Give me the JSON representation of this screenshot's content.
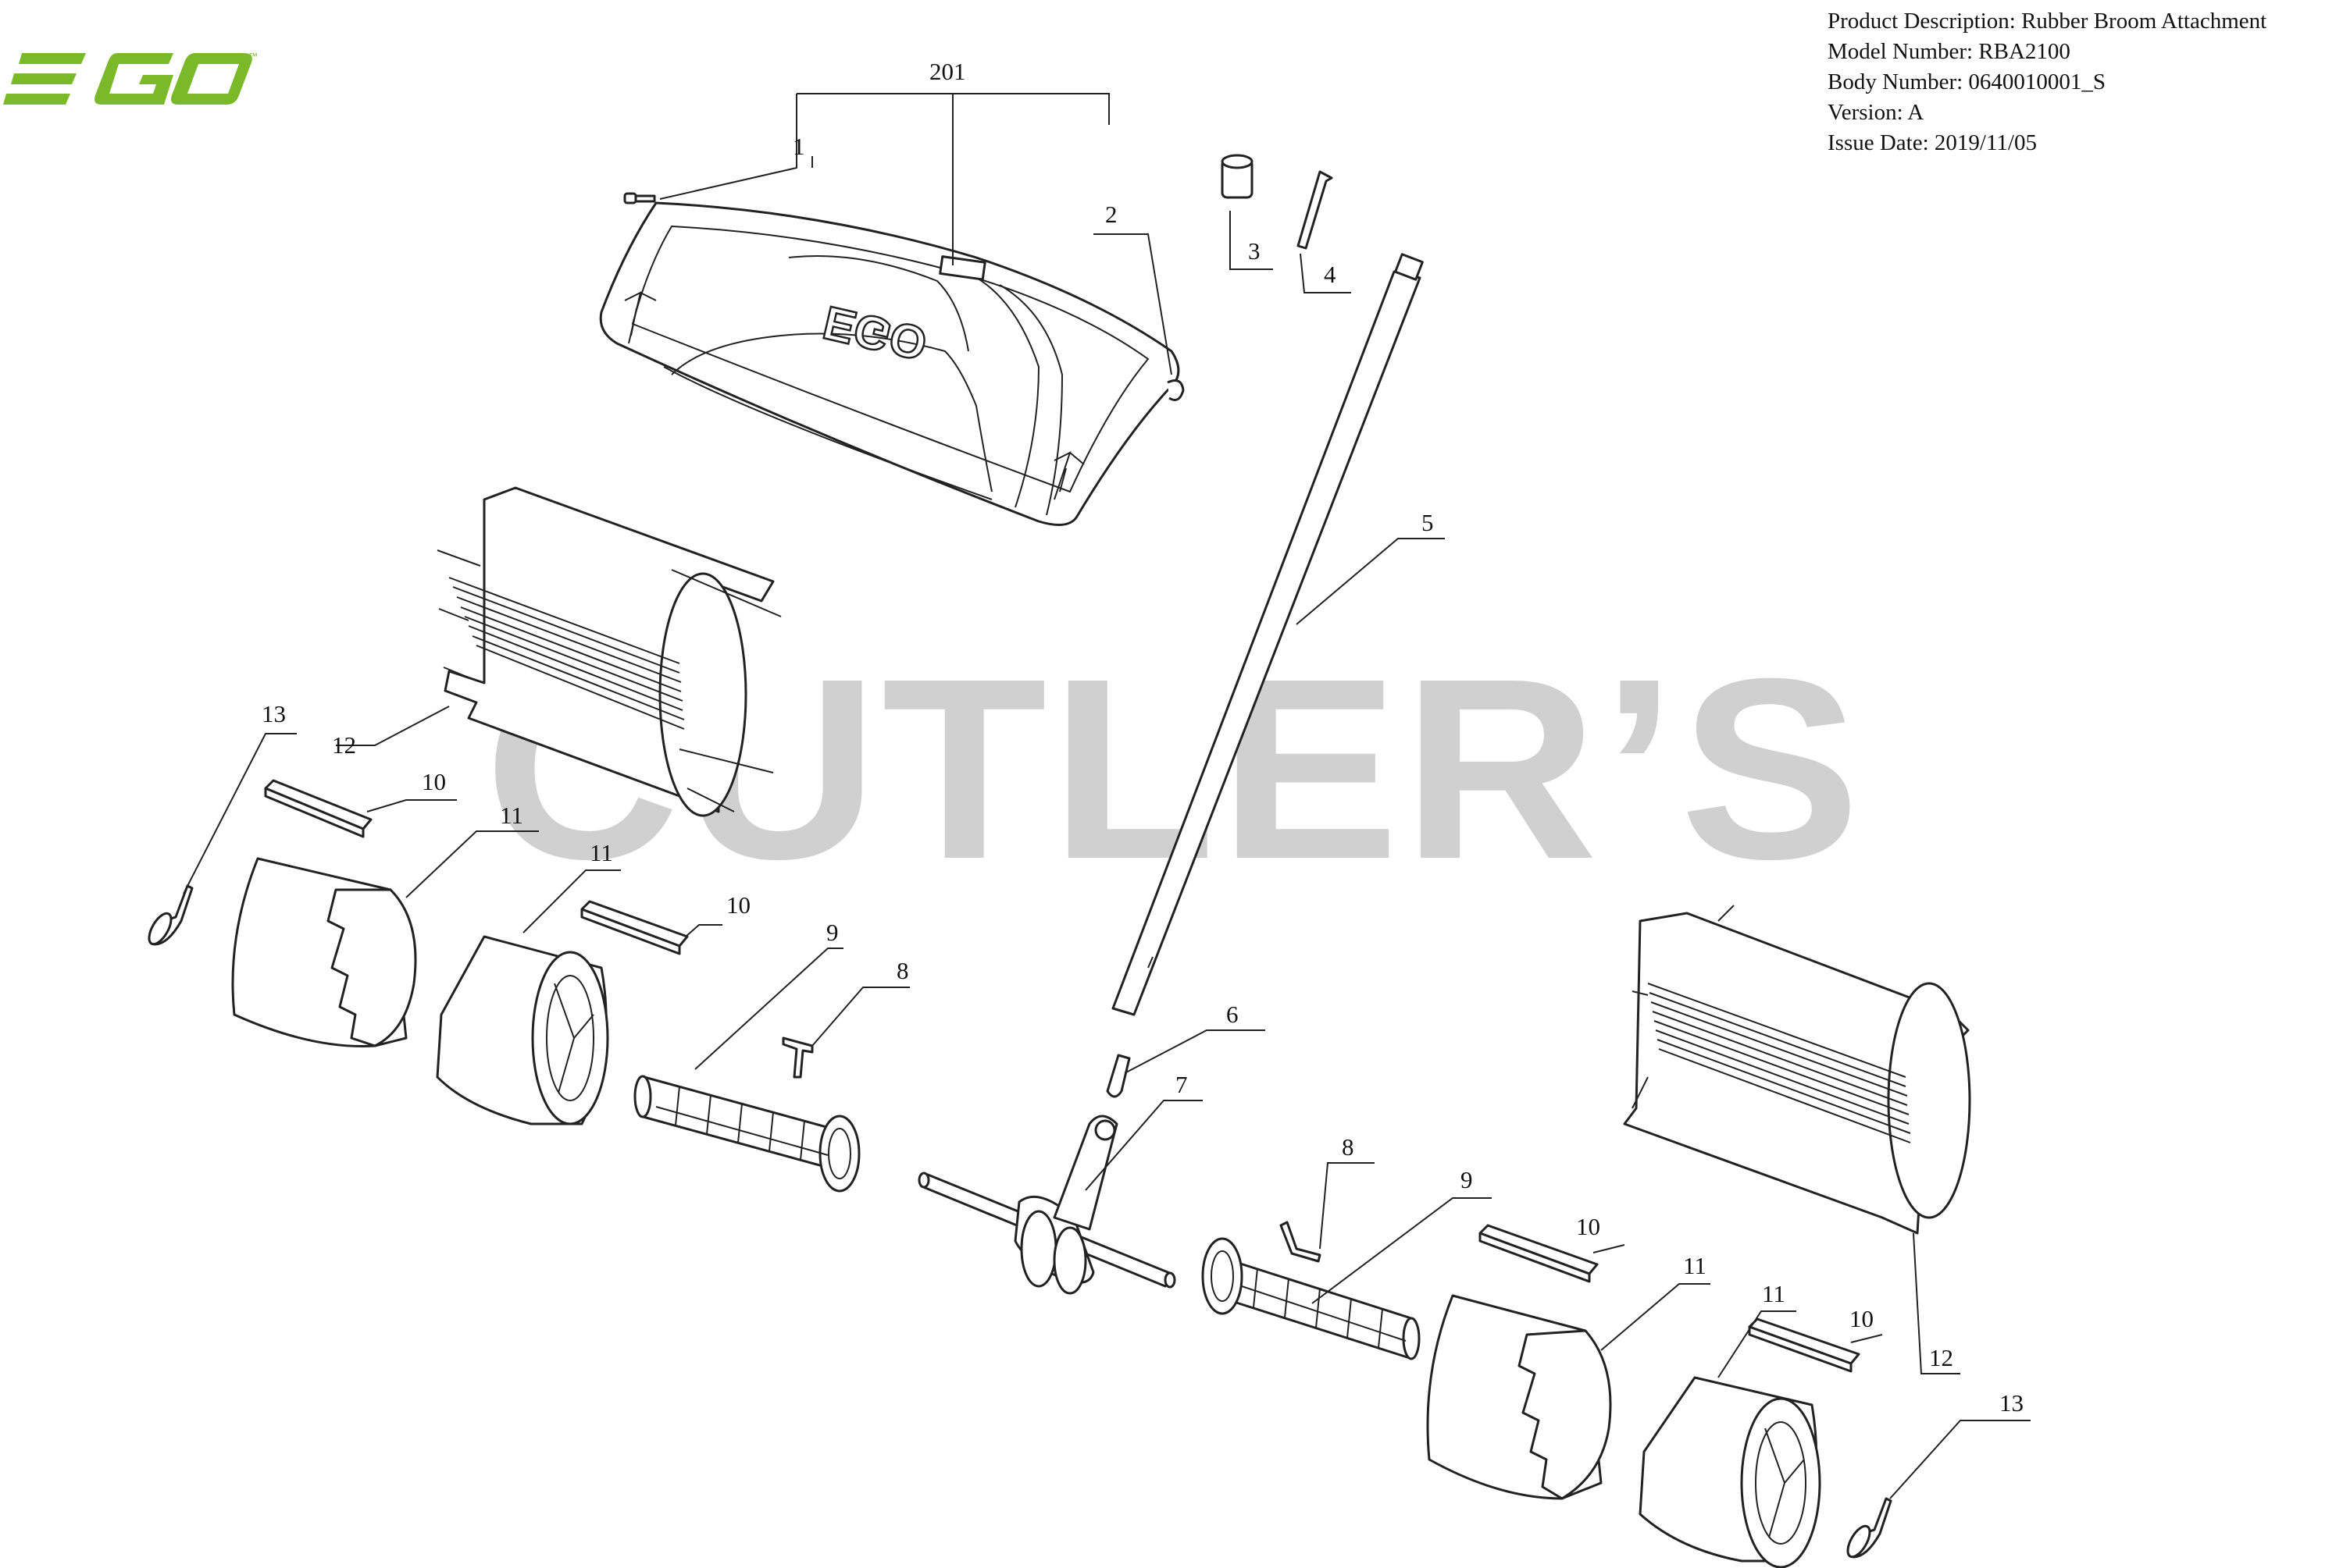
{
  "logo": {
    "text": "EGO",
    "trademark": "™",
    "color": "#7ab929"
  },
  "info": {
    "product_description": "Product Description: Rubber Broom Attachment",
    "model_number": "Model Number: RBA2100",
    "body_number": "Body Number: 0640010001_S",
    "version": "Version: A",
    "issue_date": "Issue Date: 2019/11/05"
  },
  "watermark": "CUTLER’S",
  "cover_emboss": "EGO",
  "callouts": {
    "c201": "201",
    "c1": "1",
    "c2": "2",
    "c3": "3",
    "c4": "4",
    "c5": "5",
    "c6": "6",
    "c7": "7",
    "c8a": "8",
    "c8b": "8",
    "c9a": "9",
    "c9b": "9",
    "c10a": "10",
    "c10b": "10",
    "c10c": "10",
    "c10d": "10",
    "c11a": "11",
    "c11b": "11",
    "c11c": "11",
    "c11d": "11",
    "c12a": "12",
    "c12b": "12",
    "c13a": "13",
    "c13b": "13"
  }
}
